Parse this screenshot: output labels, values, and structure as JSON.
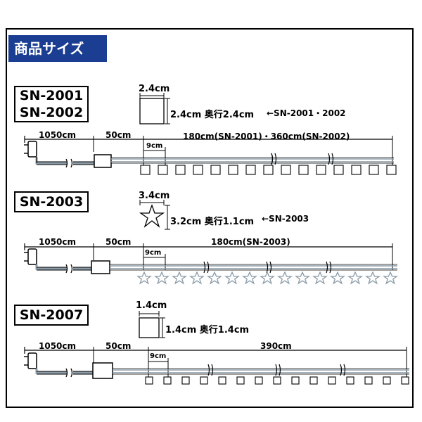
{
  "header": "商品サイズ",
  "sections": [
    {
      "models": [
        "SN-2001",
        "SN-2002"
      ],
      "size_width": "2.4cm",
      "size_dims": "2.4cm  奥行2.4cm",
      "size_note": "←SN-2001・2002",
      "lead": "1050cm",
      "control": "50cm",
      "light": "180cm(SN-2001)・360cm(SN-2002)",
      "spacing": "9cm"
    },
    {
      "models": [
        "SN-2003"
      ],
      "size_width": "3.4cm",
      "size_dims": "3.2cm  奥行1.1cm",
      "size_note": "←SN-2003",
      "lead": "1050cm",
      "control": "50cm",
      "light": "180cm(SN-2003)",
      "spacing": "9cm"
    },
    {
      "models": [
        "SN-2007"
      ],
      "size_width": "1.4cm",
      "size_dims": "1.4cm  奥行1.4cm",
      "lead": "1050cm",
      "control": "50cm",
      "light": "390cm",
      "spacing": "9cm"
    }
  ],
  "colors": {
    "header_bg": "#1b3e92",
    "wire": "#8a9aa6"
  }
}
